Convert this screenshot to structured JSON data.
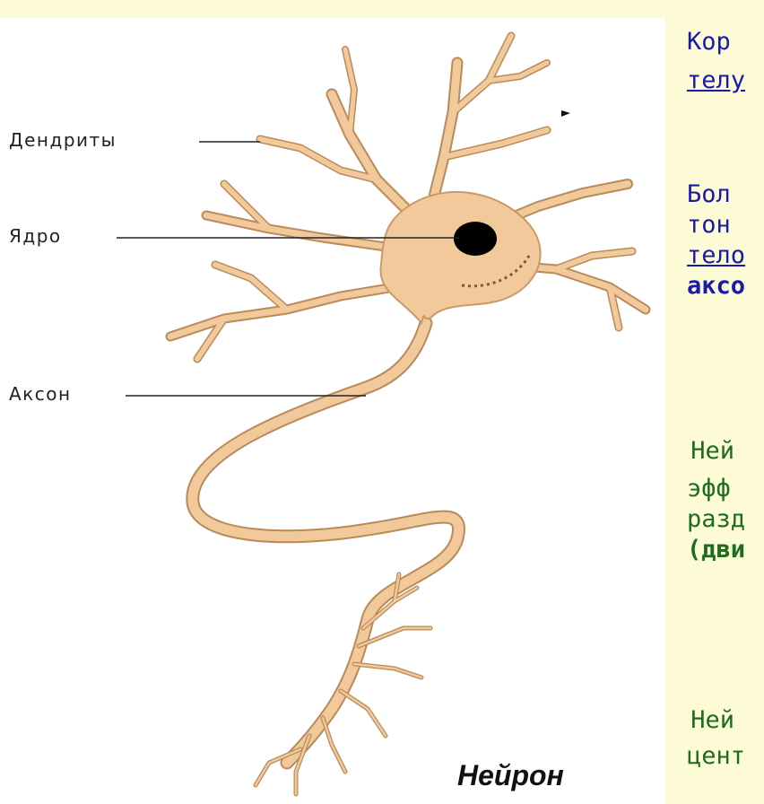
{
  "labels": {
    "dendrites": "Дендриты",
    "nucleus": "Ядро",
    "axon": "Аксон"
  },
  "caption": "Нейрон",
  "text_column": {
    "p1_line1": "Кор",
    "p1_line2": "телу",
    "p2_line1": "Бол",
    "p2_line2": "тон",
    "p2_line3": "тело",
    "p2_line4": "аксо",
    "p3_line1": "•Ней",
    "p3_line2": "эфф",
    "p3_line3": "разд",
    "p3_line4": "(дви",
    "p4_line1": "•Ней",
    "p4_line2": "цент"
  },
  "colors": {
    "cell": "#f2c99a",
    "cell_stroke": "#b98a5a",
    "nucleus": "#000000",
    "background": "#fdfbd6",
    "text_blue": "#1a1aa8",
    "text_green": "#1f6b1f"
  }
}
